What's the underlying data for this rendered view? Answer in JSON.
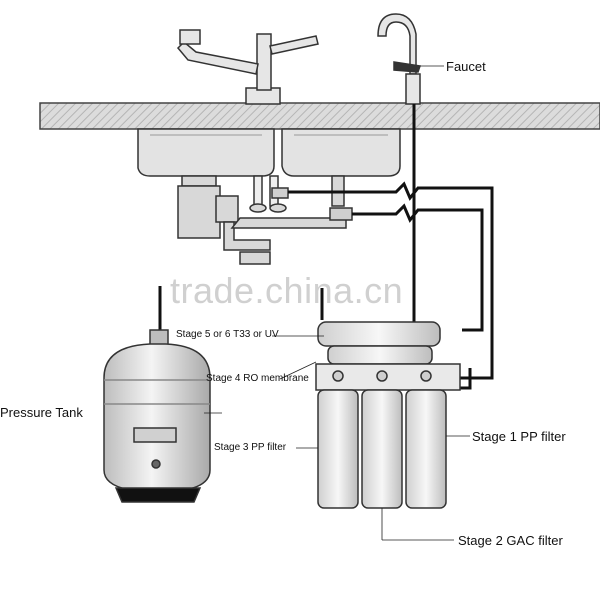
{
  "labels": {
    "faucet": "Faucet",
    "stage5": "Stage 5 or 6 T33 or UV",
    "stage4": "Stage 4 RO membrane",
    "pressure_tank": "Pressure Tank",
    "stage3": "Stage 3 PP filter",
    "stage1": "Stage 1 PP filter",
    "stage2": "Stage 2 GAC filter"
  },
  "watermark": "trade.china.cn",
  "colors": {
    "line": "#111111",
    "counter": "#c9c9c9",
    "metal": "#d9d9d9",
    "tube": "#1a1a1a"
  }
}
